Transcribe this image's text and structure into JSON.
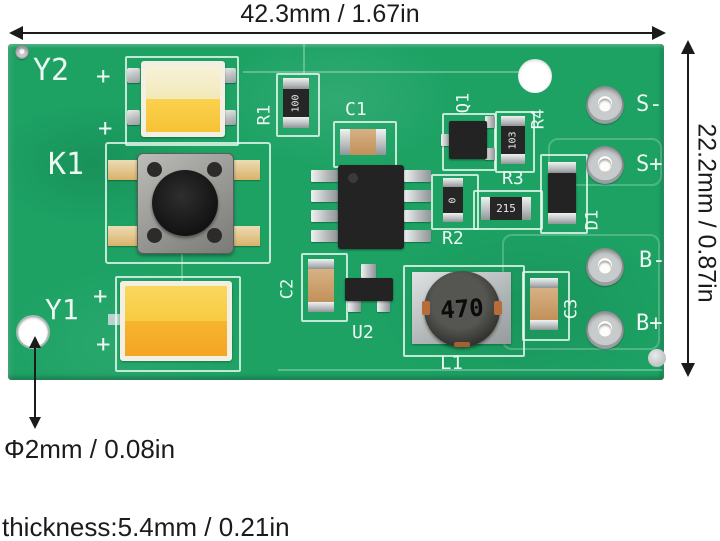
{
  "annotations": {
    "width_label": "42.3mm / 1.67in",
    "height_label": "22.2mm / 0.87in",
    "hole_label": "Φ2mm / 0.08in",
    "thickness_label": "thickness:5.4mm / 0.21in"
  },
  "silkscreen": {
    "y2": "Y2",
    "k1": "K1",
    "y1": "Y1",
    "plus": "+",
    "r1": "R1",
    "c1": "C1",
    "q1": "Q1",
    "r4": "R4",
    "r3": "R3",
    "r2": "R2",
    "d1": "D1",
    "c2": "C2",
    "u2": "U2",
    "c3": "C3",
    "l1": "L1",
    "s_minus": "S-",
    "s_plus": "S+",
    "b_minus": "B-",
    "b_plus": "B+"
  },
  "component_markings": {
    "r1": "100",
    "r4": "103",
    "r3": "215",
    "r2": "0",
    "l1": "470"
  },
  "colors": {
    "pcb_green": "#1da264",
    "silkscreen_white": "#ecf8f1",
    "led_yellow": "#f8c640",
    "annotation_black": "#1b1b1b"
  }
}
